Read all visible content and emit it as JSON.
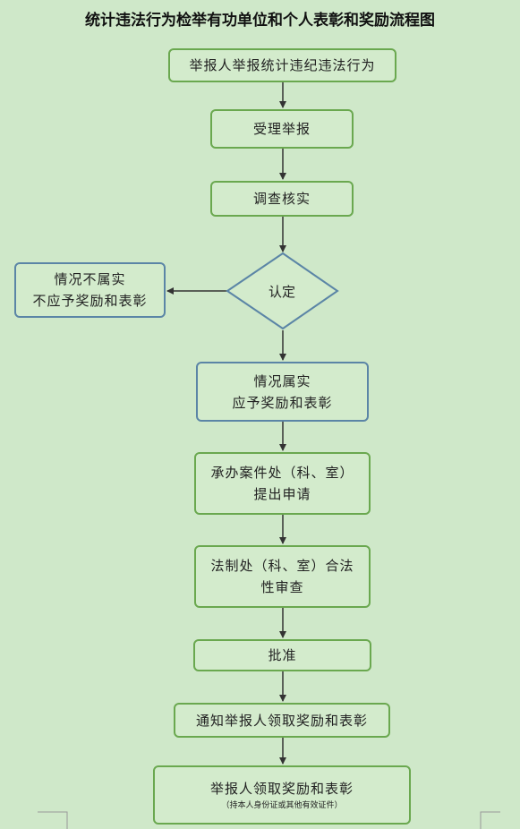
{
  "title": "统计违法行为检举有功单位和个人表彰和奖励流程图",
  "nodes": {
    "report": "举报人举报统计违纪违法行为",
    "accept": "受理举报",
    "investigate": "调查核实",
    "decide": "认定",
    "not_true": {
      "line1": "情况不属实",
      "line2": "不应予奖励和表彰"
    },
    "true": {
      "line1": "情况属实",
      "line2": "应予奖励和表彰"
    },
    "apply": {
      "line1": "承办案件处（科、室）",
      "line2": "提出申请"
    },
    "legal_review": {
      "line1": "法制处（科、室）合法",
      "line2": "性审查"
    },
    "approve": "批准",
    "notify": "通知举报人领取奖励和表彰",
    "receive": {
      "line1": "举报人领取奖励和表彰",
      "note": "（持本人身份证或其他有效证件）"
    }
  },
  "colors": {
    "background": "#cfe8c9",
    "box_border_green": "#6aa84f",
    "box_border_blue": "#5b85a6",
    "diamond_border": "#5b85a6",
    "arrow": "#333333"
  }
}
